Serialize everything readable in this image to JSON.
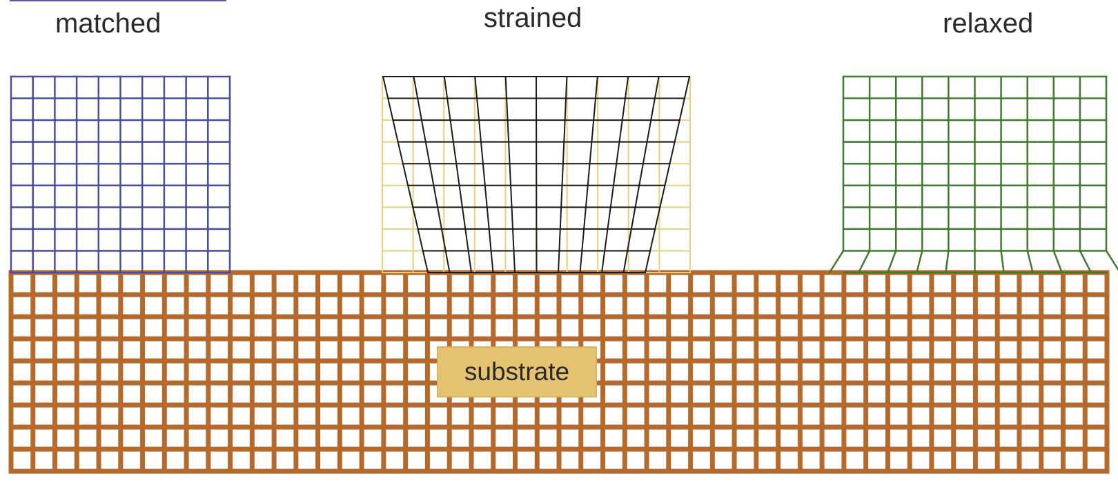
{
  "labels": {
    "matched": "matched",
    "strained": "strained",
    "relaxed": "relaxed",
    "substrate": "substrate"
  },
  "colors": {
    "matched_lattice": "#4a4aa0",
    "strained_lattice": "#1a1a1a",
    "strained_reference": "#ebcf7d",
    "relaxed_lattice": "#3d7a2c",
    "substrate_lattice": "#b5692a",
    "substrate_label_bg": "#e6c370"
  },
  "lattices": {
    "matched": {
      "columns": 10,
      "rows": 9
    },
    "strained": {
      "columns": 10,
      "rows": 9
    },
    "relaxed": {
      "columns": 10,
      "rows": 9
    },
    "substrate": {
      "columns": 50,
      "rows": 9
    }
  }
}
